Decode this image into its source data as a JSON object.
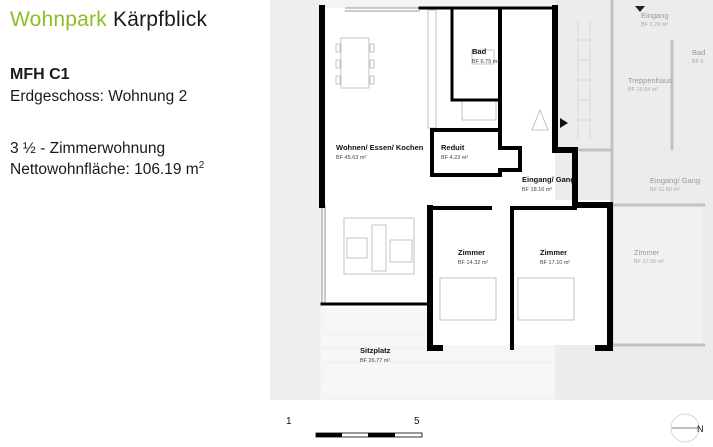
{
  "header": {
    "title_part1": "Wohnpark",
    "title_part2": "Kärpfblick"
  },
  "apartment": {
    "building": "MFH C1",
    "floor_unit": "Erdgeschoss: Wohnung 2",
    "rooms": "3 ½ - Zimmerwohnung",
    "net_area_label": "Nettowohnfläche: 106.19 m",
    "net_area_sup": "2"
  },
  "rooms": {
    "living": {
      "name": "Wohnen/ Essen/ Kochen",
      "area": "BF 45.63 m²"
    },
    "bath": {
      "name": "Bad",
      "area": "BF 6.75 m²"
    },
    "reduit": {
      "name": "Reduit",
      "area": "BF 4.23 m²"
    },
    "hall": {
      "name": "Eingang/ Gang",
      "area": "BF 18.16 m²"
    },
    "room1": {
      "name": "Zimmer",
      "area": "BF 14.32 m²"
    },
    "room2": {
      "name": "Zimmer",
      "area": "BF 17.10 m²"
    },
    "terrace": {
      "name": "Sitzplatz",
      "area": "BF 26.77 m²"
    }
  },
  "neighbor": {
    "entrance": {
      "name": "Eingang",
      "area": "BF 3.78 m²"
    },
    "stairs": {
      "name": "Treppenhaus",
      "area": "BF 10.94 m²"
    },
    "bath": {
      "name": "Bad",
      "area": "BF 6."
    },
    "hall": {
      "name": "Eingang/ Gang",
      "area": "BF 11.60 m²"
    },
    "room": {
      "name": "Zimmer",
      "area": "BF 17.00 m²"
    }
  },
  "scale": {
    "start": "1",
    "end": "5"
  },
  "north": {
    "label": "N"
  }
}
